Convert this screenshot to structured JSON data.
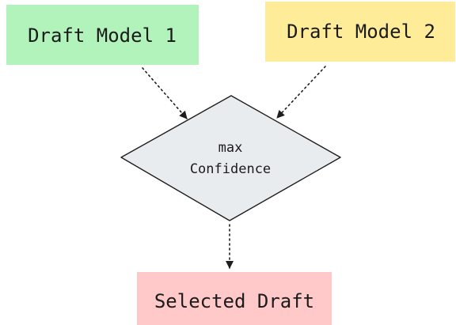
{
  "diagram": {
    "nodes": {
      "draft_model_1": {
        "label": "Draft Model 1",
        "fill": "#b2f2bb"
      },
      "draft_model_2": {
        "label": "Draft Model 2",
        "fill": "#ffec99"
      },
      "decision": {
        "line1": "max",
        "line2": "Confidence",
        "fill": "#e9ecef",
        "stroke": "#1e1e1e"
      },
      "selected_draft": {
        "label": "Selected Draft",
        "fill": "#ffc9c9"
      }
    },
    "edges": [
      {
        "from": "draft_model_1",
        "to": "decision",
        "style": "dotted"
      },
      {
        "from": "draft_model_2",
        "to": "decision",
        "style": "dotted"
      },
      {
        "from": "decision",
        "to": "selected_draft",
        "style": "dotted"
      }
    ]
  }
}
